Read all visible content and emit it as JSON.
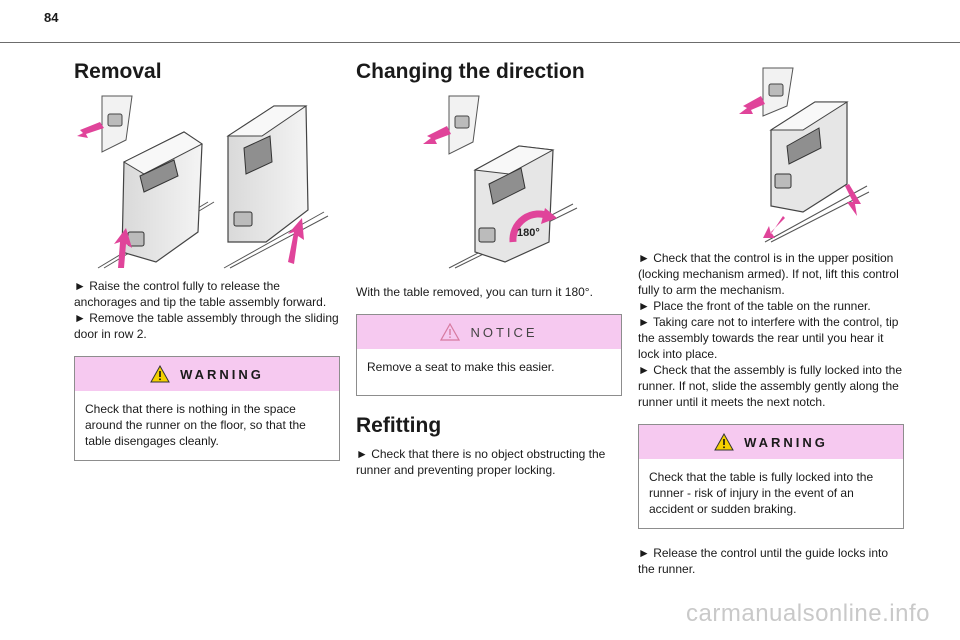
{
  "page": {
    "number": "84",
    "watermark": "carmanualsonline.info"
  },
  "col1": {
    "heading": "Removal",
    "steps": [
      "► Raise the control fully to release the anchorages and tip the table assembly forward.",
      "► Remove the table assembly through the sliding door in row 2."
    ],
    "warning": {
      "title": "WARNING",
      "text": "Check that there is nothing in the space around the runner on the floor, so that the table disengages cleanly."
    }
  },
  "col2": {
    "heading": "Changing the direction",
    "rotation_label": "180°",
    "intro": "With the table removed, you can turn it 180°.",
    "notice": {
      "title": "NOTICE",
      "text": "Remove a seat to make this easier."
    },
    "refit_heading": "Refitting",
    "refit_step": "► Check that there is no object obstructing the runner and preventing proper locking."
  },
  "col3": {
    "steps": [
      "► Check that the control is in the upper position (locking mechanism armed). If not, lift this control fully to arm the mechanism.",
      "► Place the front of the table on the runner.",
      "► Taking care not to interfere with the control, tip the assembly towards the rear until you hear it lock into place.",
      "► Check that the assembly is fully locked into the runner. If not, slide the assembly gently along the runner until it meets the next notch."
    ],
    "warning": {
      "title": "WARNING",
      "text": "Check that the table is fully locked into the runner - risk of injury in the event of an accident or sudden braking."
    },
    "final_step": "► Release the control until the guide locks into the runner."
  },
  "colors": {
    "accent_pink": "#f6c9f0",
    "arrow_magenta": "#e0449a",
    "warning_yellow": "#f4d000"
  }
}
